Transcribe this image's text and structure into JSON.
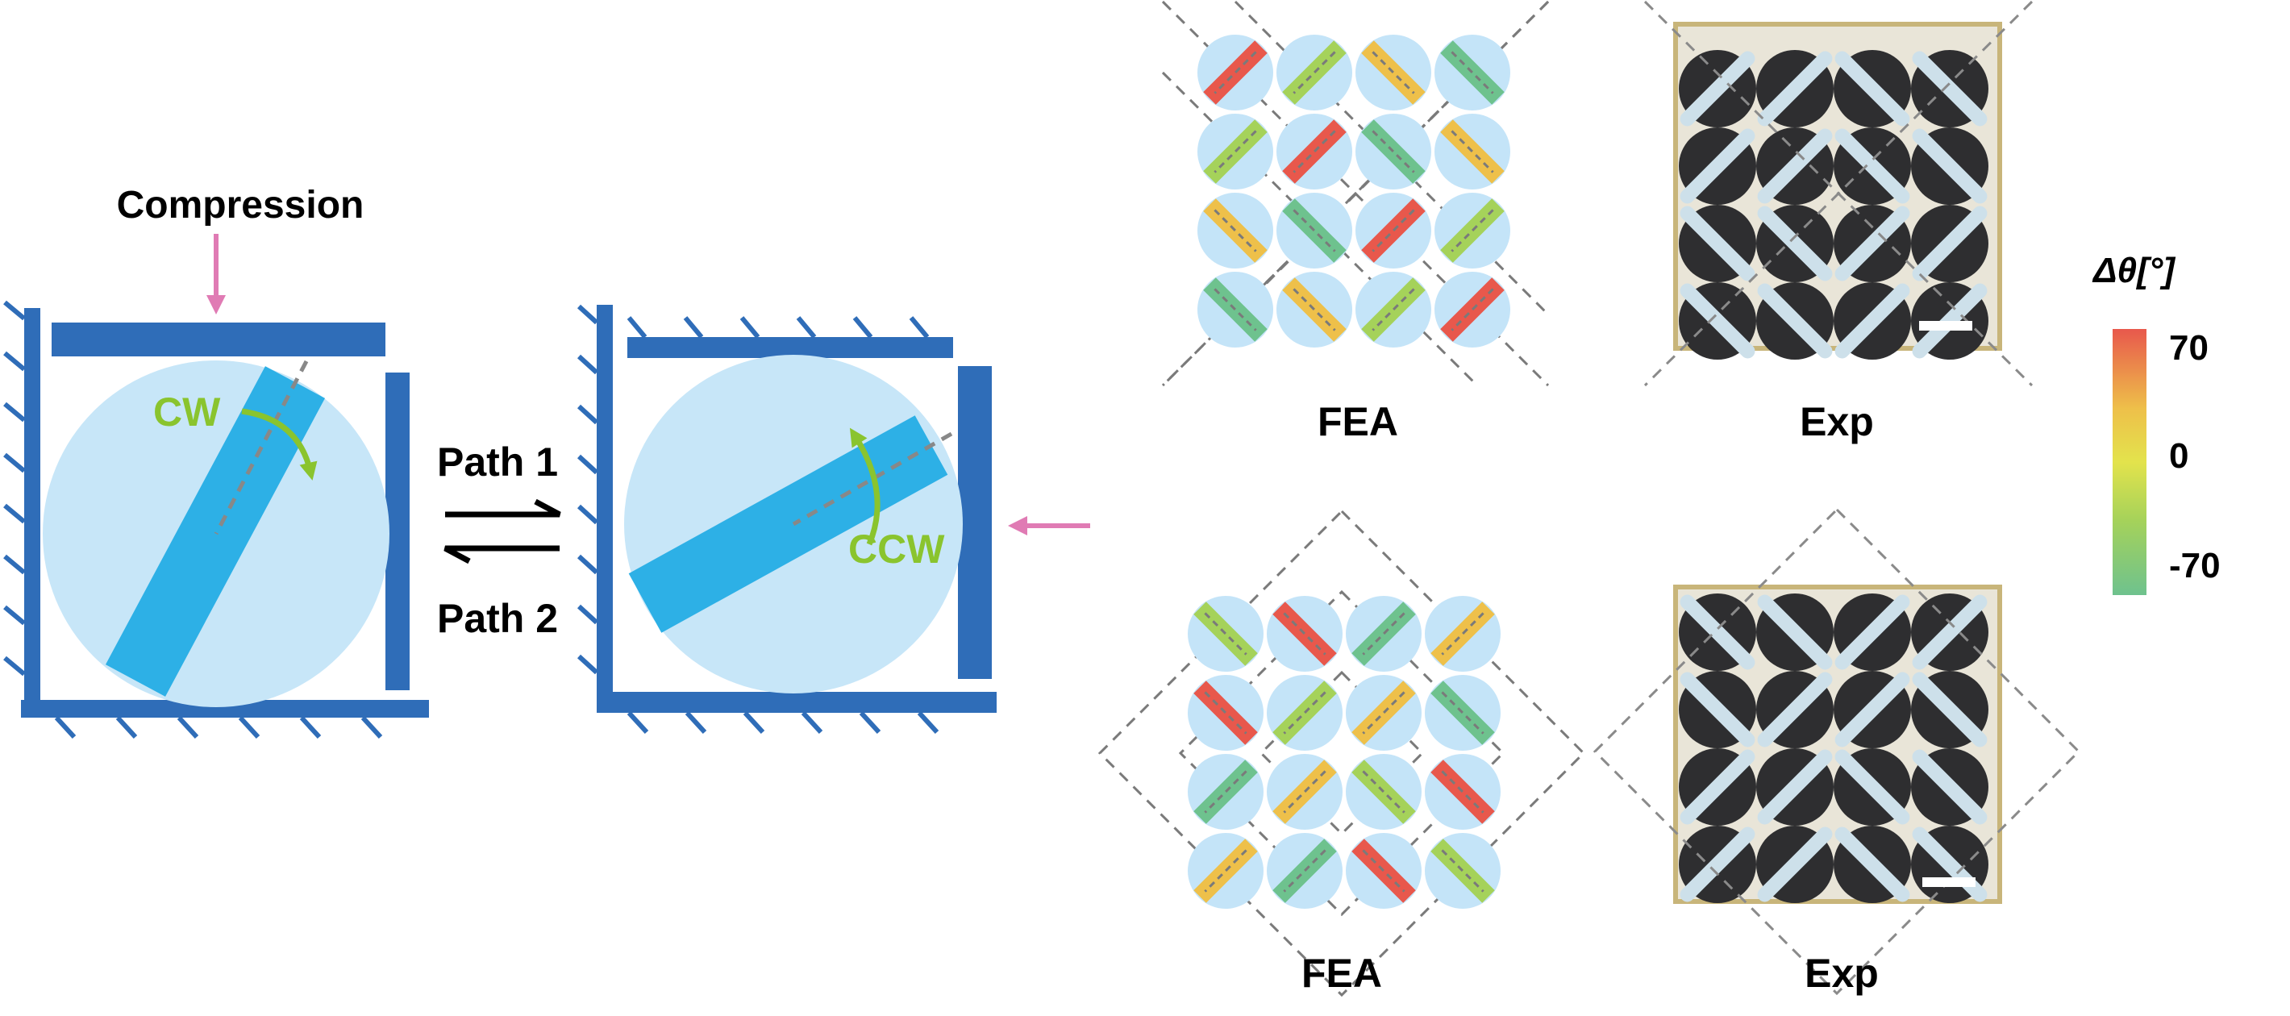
{
  "labels": {
    "compression": "Compression",
    "cw": "CW",
    "ccw": "CCW",
    "path1": "Path 1",
    "path2": "Path 2",
    "fea_top": "FEA",
    "exp_top": "Exp",
    "fea_bottom": "FEA",
    "exp_bottom": "Exp"
  },
  "colorbar": {
    "title": "Δθ[°]",
    "max_label": "70",
    "mid_label": "0",
    "min_label": "-70",
    "colors": [
      "#e8584c",
      "#eec04a",
      "#e3e34c",
      "#a5d25a",
      "#6ec28e"
    ]
  },
  "colors": {
    "frame": "#2f6db8",
    "disk": "#c7e6f8",
    "bar": "#2db0e6",
    "rotation_arrow": "#8ac42e",
    "force_arrow": "#e07bb4",
    "grid_disk": "#c4e4f8",
    "experiment_bg": "#2e2e30",
    "experiment_bar": "#cde0ea"
  }
}
